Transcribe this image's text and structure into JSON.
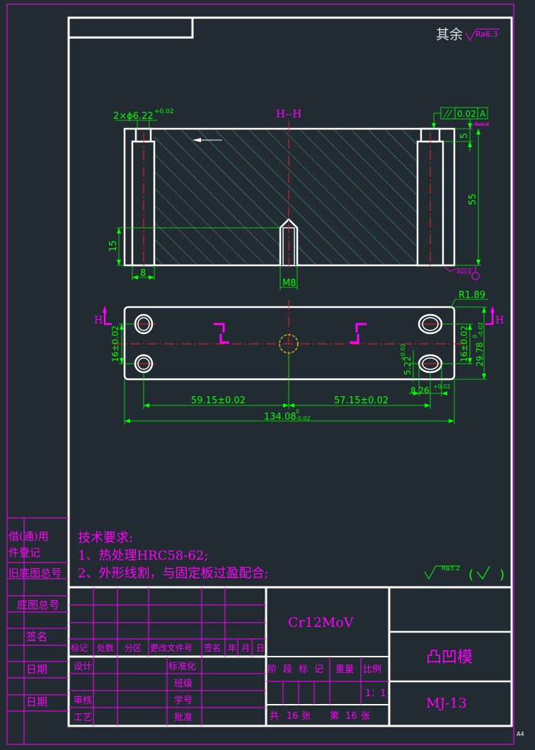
{
  "surface_finish": {
    "label": "其余",
    "ra_main": "Ra6.3",
    "ra_small": "Ra3.2",
    "bracket_open": "(",
    "bracket_close": ")"
  },
  "section": {
    "title": "H--H",
    "holes_callout": "2×ϕ6.22",
    "holes_tol": "+0.02",
    "dim_5": "5",
    "dim_55": "55",
    "dim_15": "15",
    "dim_8": "8",
    "dim_m8": "M8",
    "flatness_value": "0.02",
    "datum": "A",
    "ra_tiny": "Ra0.8"
  },
  "plan": {
    "cut_mark": "H",
    "radius": "R1.89",
    "dim_16_left": "16±0.02",
    "dim_16_right": "16±0.02",
    "dim_29_78": "29.78",
    "dim_29_78_tol_top": "0",
    "dim_29_78_tol_bottom": "-0.02",
    "dim_5922": "5.22",
    "dim_5922_tol": "+0.02",
    "dim_826": "8.26",
    "dim_826_tol": "+0.02",
    "dim_59_15": "59.15±0.02",
    "dim_57_15": "57.15±0.02",
    "dim_134": "134.08",
    "dim_134_tol_top": "0",
    "dim_134_tol_bottom": "-0.02"
  },
  "tech": {
    "title": "技术要求:",
    "item1": "1、热处理HRC58-62;",
    "item2": "2、外形线割，与固定板过盈配合;"
  },
  "side_labels": [
    "借(通)用",
    "件登记",
    "旧底图总号",
    "底图总号",
    "签名",
    "日期",
    "日期"
  ],
  "title_block": {
    "material": "Cr12MoV",
    "part_name": "凸凹模",
    "drawing_no": "MJ-13",
    "rev_headers": [
      "标记",
      "处数",
      "分区",
      "更改文件号",
      "签名",
      "年",
      "月",
      "日"
    ],
    "roles_left": [
      "设计",
      "审核",
      "工艺"
    ],
    "roles_right": [
      "标准化",
      "班级",
      "学号",
      "批准"
    ],
    "stage_headers": [
      "阶",
      "段",
      "标",
      "记"
    ],
    "weight": "重量",
    "scale_label": "比例",
    "scale_value": "1：1",
    "sheets_total_pre": "共",
    "sheets_total": "16",
    "sheets_total_post": "张",
    "sheet_no_pre": "第",
    "sheet_no": "16",
    "sheet_no_post": "张"
  },
  "paper_size": "A4",
  "colors": {
    "background": "#222a32",
    "frame": "#ffffff",
    "dimension": "#00ff00",
    "magenta": "#ff00ff",
    "hatch": "#3fb8b8",
    "centerline": "#ff2020",
    "yellow": "#ffd000"
  }
}
